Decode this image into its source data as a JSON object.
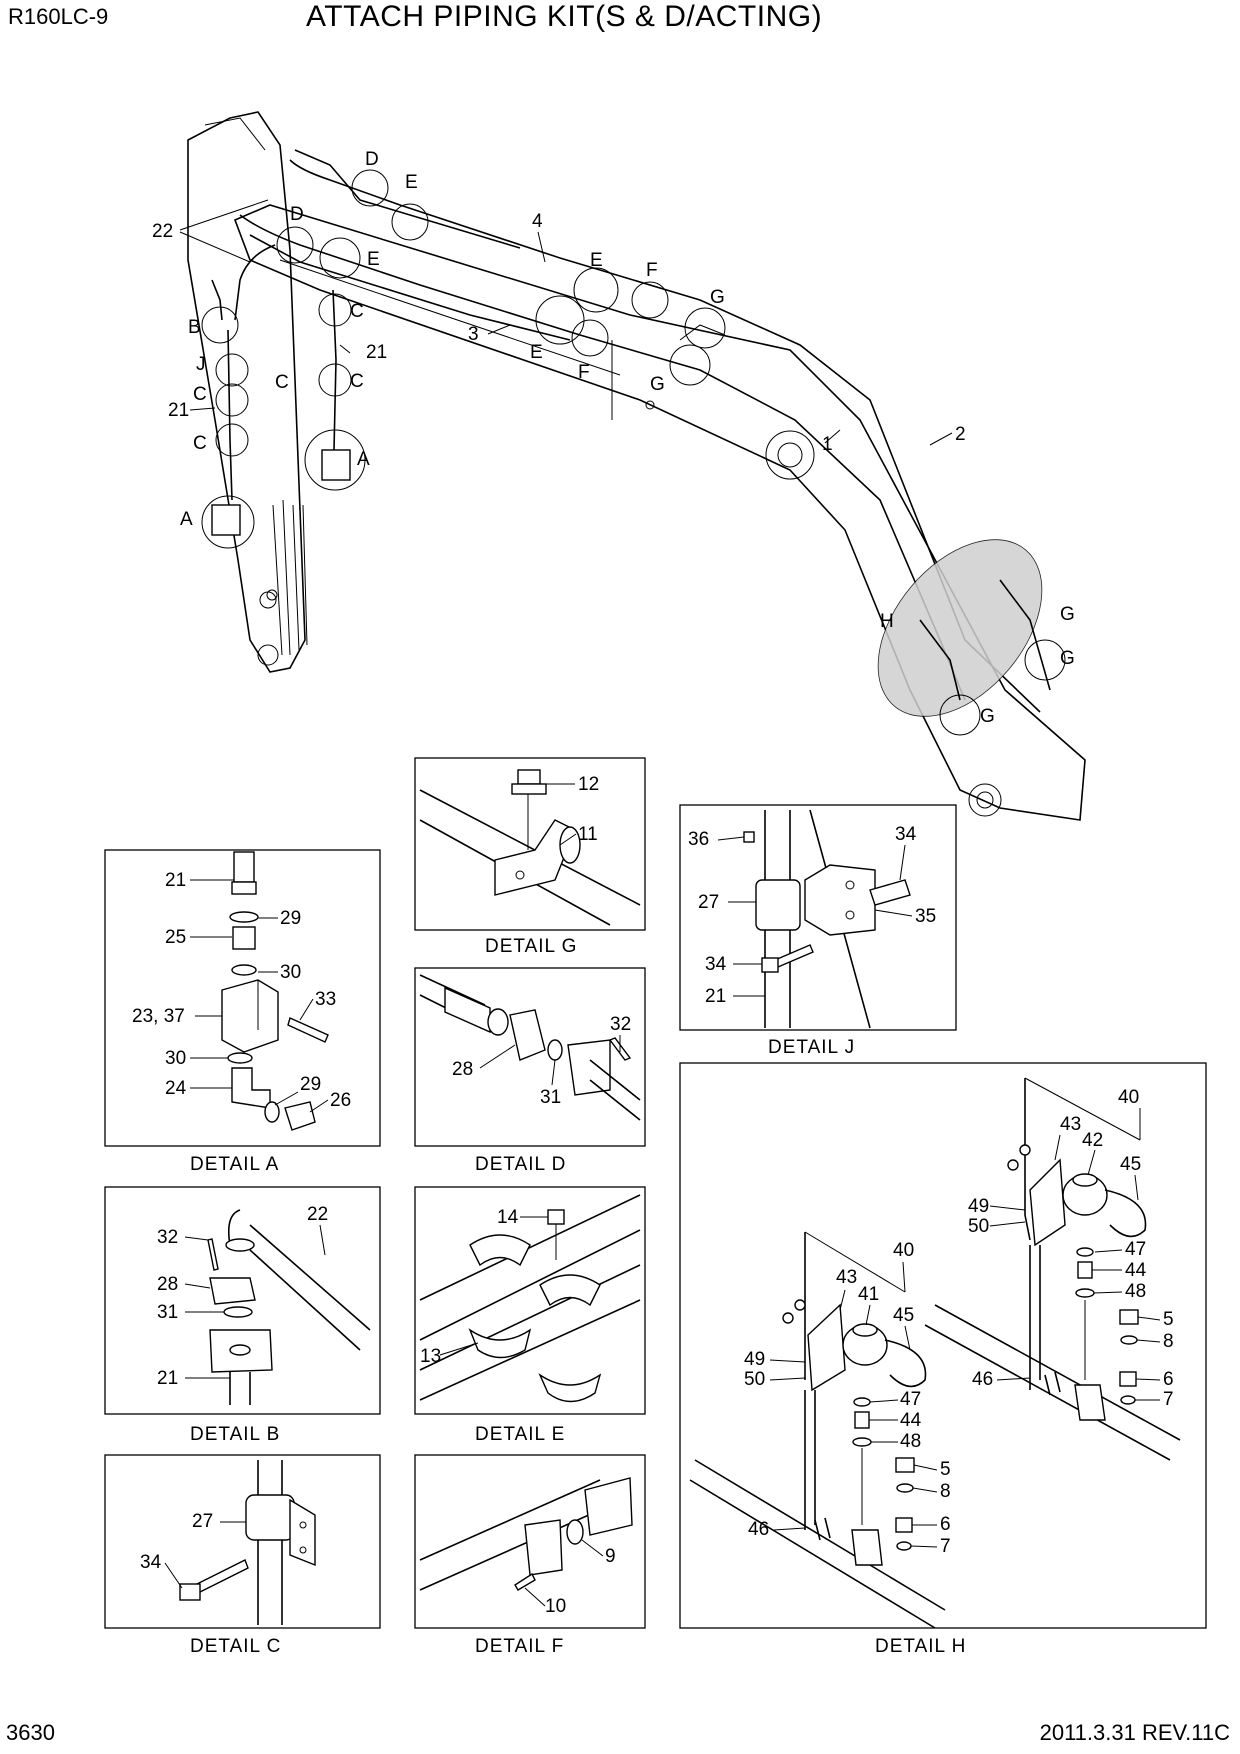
{
  "header": {
    "model": "R160LC-9",
    "title": "ATTACH PIPING KIT(S & D/ACTING)"
  },
  "footer": {
    "page_number": "3630",
    "revision": "2011.3.31 REV.11C"
  },
  "main_view": {
    "part_labels": [
      "1",
      "2",
      "3",
      "4",
      "21",
      "21",
      "22"
    ],
    "detail_markers": [
      "A",
      "A",
      "B",
      "C",
      "C",
      "C",
      "C",
      "C",
      "D",
      "D",
      "E",
      "E",
      "E",
      "E",
      "F",
      "F",
      "G",
      "G",
      "G",
      "G",
      "G",
      "H",
      "J"
    ]
  },
  "details": {
    "A": {
      "caption": "DETAIL  A",
      "labels": [
        "21",
        "29",
        "25",
        "30",
        "33",
        "23, 37",
        "30",
        "24",
        "29",
        "26"
      ]
    },
    "B": {
      "caption": "DETAIL  B",
      "labels": [
        "22",
        "32",
        "28",
        "31",
        "21"
      ]
    },
    "C": {
      "caption": "DETAIL  C",
      "labels": [
        "27",
        "34"
      ]
    },
    "D": {
      "caption": "DETAIL  D",
      "labels": [
        "32",
        "28",
        "31"
      ]
    },
    "E": {
      "caption": "DETAIL  E",
      "labels": [
        "14",
        "13"
      ]
    },
    "F": {
      "caption": "DETAIL  F",
      "labels": [
        "9",
        "10"
      ]
    },
    "G": {
      "caption": "DETAIL  G",
      "labels": [
        "12",
        "11"
      ]
    },
    "H": {
      "caption": "DETAIL  H",
      "labels": [
        "40",
        "43",
        "42",
        "45",
        "49",
        "50",
        "47",
        "44",
        "48",
        "5",
        "8",
        "6",
        "7",
        "46",
        "40",
        "43",
        "41",
        "45",
        "49",
        "50",
        "47",
        "44",
        "48",
        "5",
        "8",
        "6",
        "7",
        "46"
      ]
    },
    "J": {
      "caption": "DETAIL  J",
      "labels": [
        "36",
        "34",
        "27",
        "35",
        "34",
        "21"
      ]
    }
  }
}
